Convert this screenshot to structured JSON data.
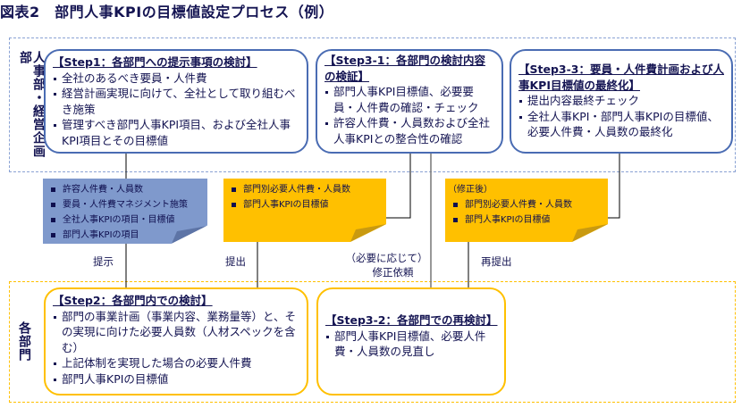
{
  "title": "図表2　部門人事KPIの目標値設定プロセス（例）",
  "zones": {
    "top_label": "人事部・経営企画部",
    "bottom_label": "各部門"
  },
  "colors": {
    "hq_border": "#4a6cb3",
    "dept_border": "#ffc000",
    "note_blue": "#7f99cc",
    "note_yellow": "#ffc000",
    "text": "#141452"
  },
  "steps": {
    "step1": {
      "heading": "【Step1：各部門への提示事項の検討】",
      "items": [
        "全社のあるべき要員・人件費",
        "経営計画実現に向けて、全社として取り組むべき施策",
        "管理すべき部門人事KPI項目、および全社人事KPI項目とその目標値"
      ]
    },
    "step3_1": {
      "heading": "【Step3-1：各部門の検討内容の検証】",
      "items": [
        "部門人事KPI目標値、必要要員・人件費の確認・チェック",
        "許容人件費・人員数および全社人事KPIとの整合性の確認"
      ]
    },
    "step3_3": {
      "heading": "【Step3-3：要員・人件費計画および人事KPI目標値の最終化】",
      "items": [
        "提出内容最終チェック",
        "全社人事KPI・部門人事KPIの目標値、必要人件費・人員数の最終化"
      ]
    },
    "step2": {
      "heading": "【Step2：各部門内での検討】",
      "items": [
        "部門の事業計画（事業内容、業務量等）と、その実現に向けた必要人員数（人材スペックを含む）",
        "上記体制を実現した場合の必要人件費",
        "部門人事KPIの目標値"
      ]
    },
    "step3_2": {
      "heading": "【Step3-2：各部門での再検討】",
      "items": [
        "部門人事KPI目標値、必要人件費・人員数の見直し"
      ]
    }
  },
  "notes": {
    "presented": {
      "items": [
        "許容人件費・人員数",
        "要員・人件費マネジメント施策",
        "全社人事KPIの項目・目標値",
        "部門人事KPIの項目"
      ]
    },
    "submitted": {
      "items": [
        "部門別必要人件費・人員数",
        "部門人事KPIの目標値"
      ]
    },
    "resubmitted": {
      "caption": "（修正後）",
      "items": [
        "部門別必要人件費・人員数",
        "部門人事KPIの目標値"
      ]
    }
  },
  "flow_labels": {
    "present": "提示",
    "submit": "提出",
    "revise_line1": "（必要に応じて）",
    "revise_line2": "修正依頼",
    "resubmit": "再提出"
  }
}
